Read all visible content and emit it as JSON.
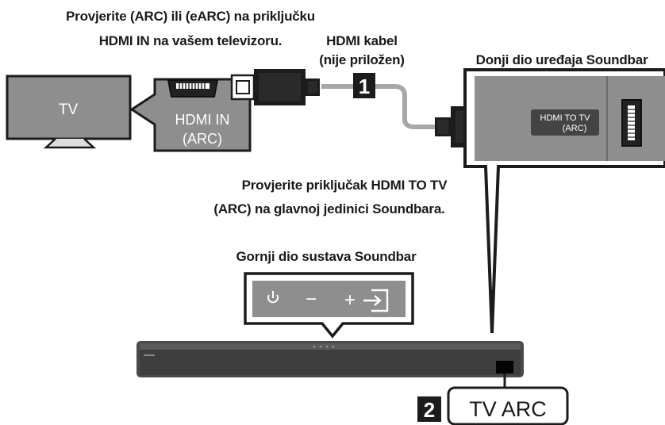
{
  "labels": {
    "tv_check_line1": "Provjerite (ARC) ili (eARC) na priključku",
    "tv_check_line2": "HDMI IN na vašem televizoru.",
    "cable_line1": "HDMI kabel",
    "cable_line2": "(nije priložen)",
    "bottom_soundbar": "Donji dio uređaja Soundbar",
    "main_unit_line1": "Provjerite priključak HDMI TO TV",
    "main_unit_line2": "(ARC) na glavnoj jedinici Soundbara.",
    "top_soundbar": "Gornji dio sustava Soundbar"
  },
  "tv": {
    "label": "TV"
  },
  "tv_port": {
    "line1": "HDMI IN",
    "line2": "(ARC)"
  },
  "soundbar_port": {
    "line1": "HDMI TO TV",
    "line2": "(ARC)"
  },
  "steps": {
    "step1": "1",
    "step2": "2"
  },
  "display": {
    "text": "TV ARC"
  },
  "buttons": {
    "power_icon": "power-icon",
    "minus": "−",
    "plus": "+",
    "source_icon": "source-input-icon"
  },
  "colors": {
    "panel": "#8e8e8e",
    "panel_dark": "#6f6f6f",
    "outline": "#1c1c1c",
    "cable": "#a8a8a8",
    "soundbar": "#4a4a4a"
  }
}
